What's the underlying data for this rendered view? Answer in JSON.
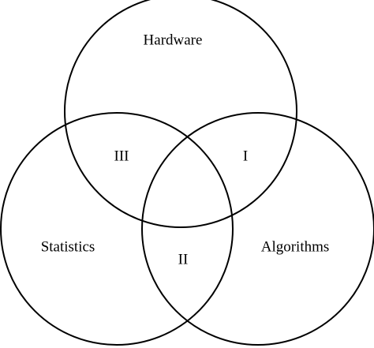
{
  "sets": [
    {
      "id": "hardware",
      "label": "Hardware"
    },
    {
      "id": "statistics",
      "label": "Statistics"
    },
    {
      "id": "algorithms",
      "label": "Algorithms"
    }
  ],
  "regions": [
    {
      "id": "hardware-algorithms",
      "label": "I"
    },
    {
      "id": "statistics-algorithms",
      "label": "II"
    },
    {
      "id": "hardware-statistics",
      "label": "III"
    }
  ],
  "colors": {
    "stroke": "#000000",
    "background": "#ffffff"
  }
}
